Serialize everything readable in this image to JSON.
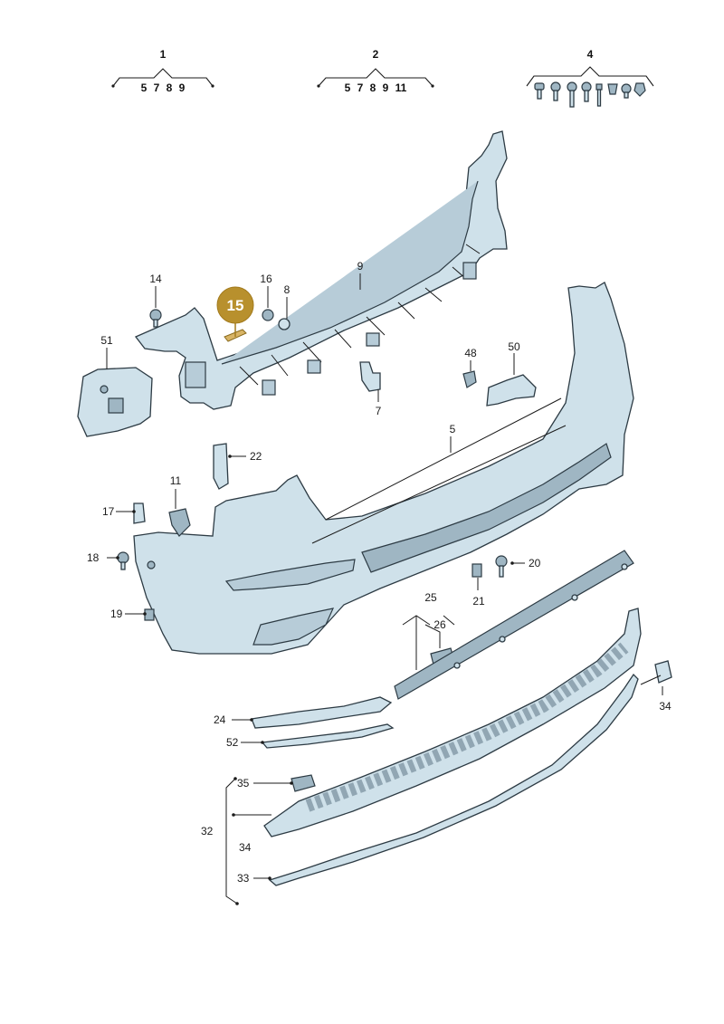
{
  "groups": {
    "g1": {
      "number": "1",
      "members": "5 7 8 9"
    },
    "g2": {
      "number": "2",
      "members": "5 7 8 9 11"
    },
    "g4": {
      "number": "4"
    }
  },
  "highlight": {
    "number": "15",
    "color": "#b8902d"
  },
  "callouts": {
    "c9": "9",
    "c14": "14",
    "c16": "16",
    "c8": "8",
    "c51": "51",
    "c7": "7",
    "c48": "48",
    "c50": "50",
    "c5": "5",
    "c22": "22",
    "c11": "11",
    "c17": "17",
    "c18": "18",
    "c19": "19",
    "c20": "20",
    "c21": "21",
    "c25": "25",
    "c26": "26",
    "c24": "24",
    "c52": "52",
    "c34a": "34",
    "c35": "35",
    "c32": "32",
    "c34b": "34",
    "c33": "33"
  },
  "colors": {
    "part_fill": "#cfe1ea",
    "outline": "#2d3b44",
    "highlight": "#b8902d"
  }
}
